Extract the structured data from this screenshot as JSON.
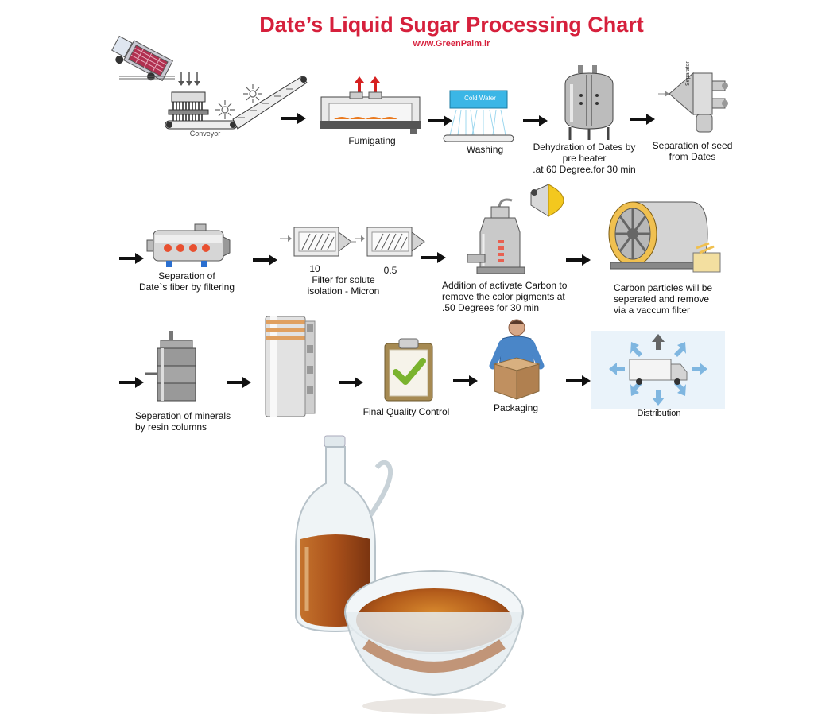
{
  "title": "Date’s Liquid Sugar Processing Chart",
  "website": "www.GreenPalm.ir",
  "colors": {
    "title": "#d6203c",
    "arrow": "#111111",
    "syrup": "#b8601e"
  },
  "row1": {
    "conveyor_label": "Conveyor",
    "fumigating": "Fumigating",
    "washing": "Washing",
    "cold_water": "Cold Water",
    "dehydration": [
      "Dehydration of Dates by",
      "pre heater",
      ".at 60 Degree.for 30 min"
    ],
    "separator_tag": "Separator",
    "separation_seed": [
      "Separation of seed",
      "from Dates"
    ]
  },
  "row2": {
    "fiber": [
      "Separation of",
      "Date`s fiber by filtering"
    ],
    "filter_a": "10",
    "filter_b": "0.5",
    "filter_label": [
      "Filter for solute",
      "isolation - Micron"
    ],
    "carbon": [
      "Addition of activate Carbon to",
      "remove the color pigments at",
      ".50 Degrees for 30 min"
    ],
    "carbon_filter": [
      "Carbon particles will be",
      "seperated and remove",
      "via a vaccum filter"
    ]
  },
  "row3": {
    "minerals": [
      "Seperation of minerals",
      "by resin columns"
    ],
    "quality": "Final Quality Control",
    "packaging": "Packaging",
    "distribution": "Distribution"
  }
}
